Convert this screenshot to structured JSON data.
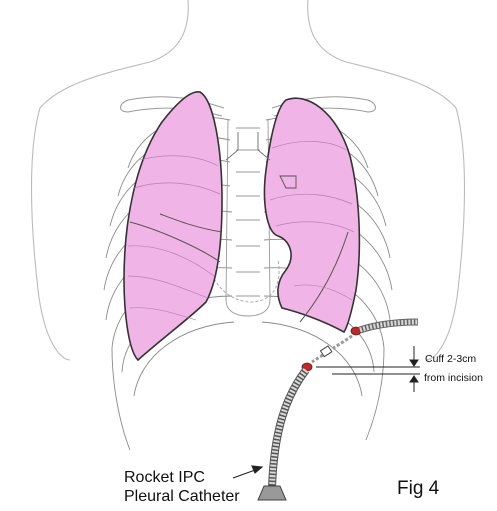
{
  "figure": {
    "label": "Fig 4",
    "catheter_label_line1": "Rocket IPC",
    "catheter_label_line2": "Pleural Catheter",
    "cuff_label_line1": "Cuff 2-3cm",
    "cuff_label_line2": "from incision"
  },
  "colors": {
    "lung_fill": "#f0b4e6",
    "outline": "#333333",
    "skeleton": "#888888",
    "incision": "#cc2222"
  }
}
